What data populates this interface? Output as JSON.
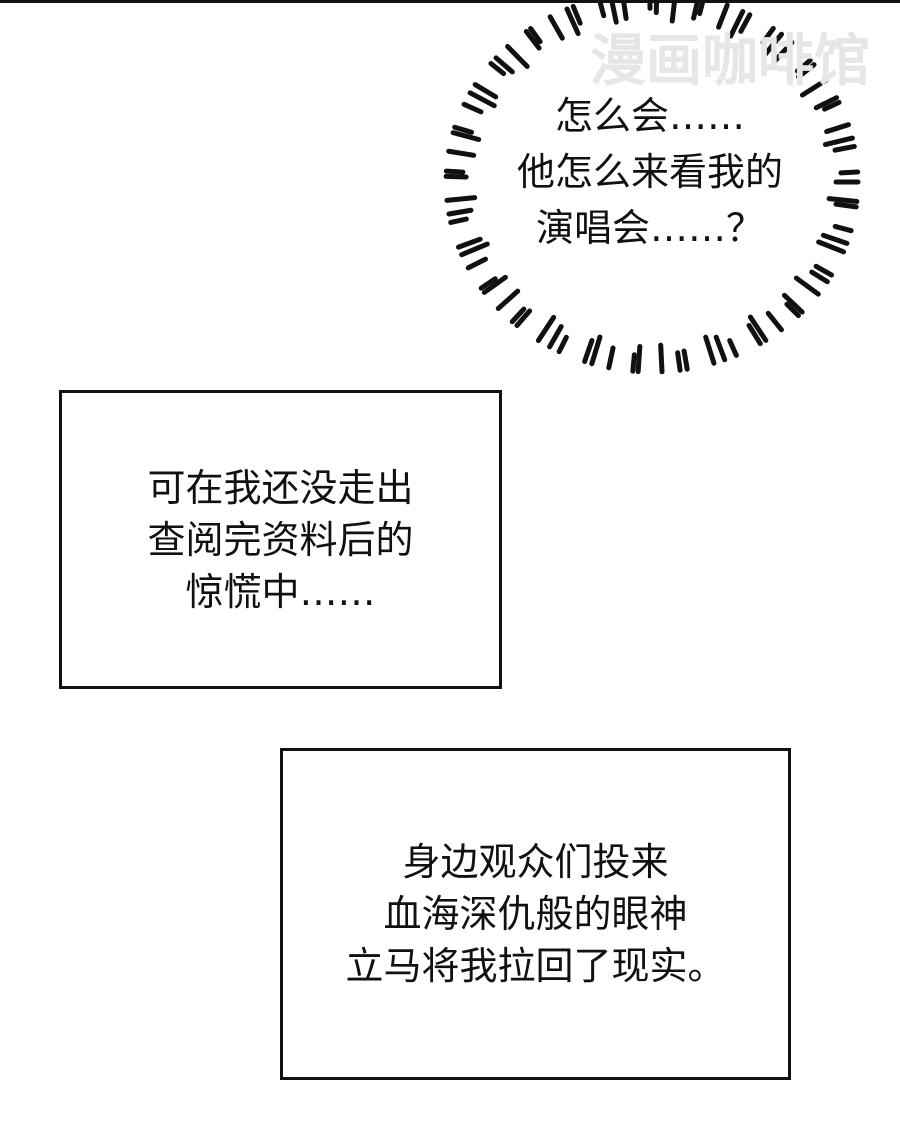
{
  "watermark": "漫画咖啡馆",
  "thought_bubble": {
    "lines": [
      "怎么会……",
      "他怎么来看我的",
      "演唱会……？"
    ]
  },
  "caption_box_1": {
    "lines": [
      "可在我还没走出",
      "查阅完资料后的",
      "惊慌中……"
    ]
  },
  "caption_box_2": {
    "lines": [
      "身边观众们投来",
      "血海深仇般的眼神",
      "立马将我拉回了现实。"
    ]
  },
  "colors": {
    "ink": "#111111",
    "watermark": "#e6e6e4",
    "background": "#ffffff"
  }
}
